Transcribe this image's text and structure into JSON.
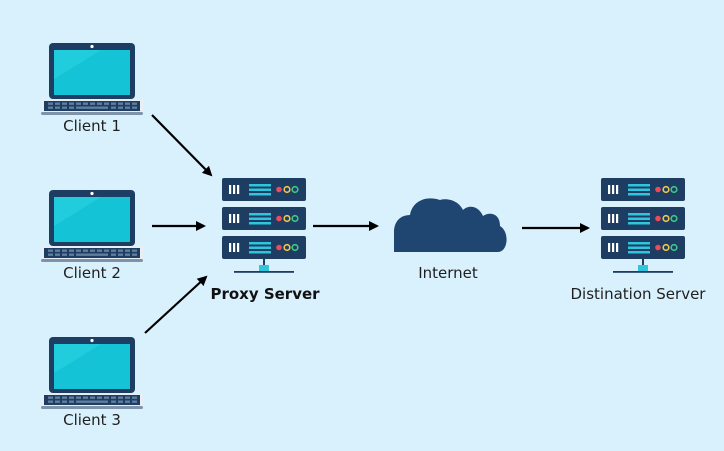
{
  "colors": {
    "background": "#d9f1fd",
    "server_body": "#1d3d63",
    "server_accent": "#2ec5dd",
    "laptop_frame": "#1d3d63",
    "laptop_screen": "#14c4d6",
    "cloud": "#1f4670",
    "arrow": "#000000",
    "led_red": "#e84c5b",
    "led_yellow": "#f2c84a",
    "led_green": "#3fc989"
  },
  "clients": [
    {
      "label": "Client 1"
    },
    {
      "label": "Client 2"
    },
    {
      "label": "Client 3"
    }
  ],
  "proxy": {
    "label": "Proxy Server"
  },
  "internet": {
    "label": "Internet"
  },
  "destination": {
    "label": "Distination Server"
  }
}
